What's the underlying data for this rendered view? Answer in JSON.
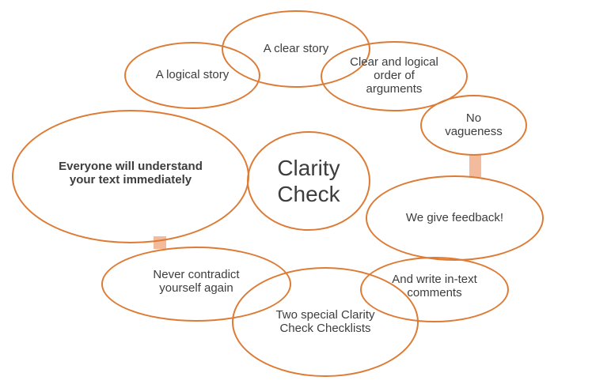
{
  "diagram": {
    "type": "bubble-cycle",
    "accent_color": "#DD7B35",
    "connector_color": "#F3BB9B",
    "text_color": "#3D3D3D",
    "center": {
      "label": "Clarity\nCheck"
    },
    "nodes": {
      "clear_story": {
        "label": "A clear story"
      },
      "logical_story": {
        "label": "A logical story"
      },
      "clear_logical_order": {
        "label": "Clear and logical\norder of\narguments"
      },
      "no_vagueness": {
        "label": "No\nvagueness"
      },
      "everyone_understands": {
        "label": "Everyone will understand\nyour text immediately"
      },
      "we_give_feedback": {
        "label": "We give feedback!"
      },
      "never_contradict": {
        "label": "Never contradict\nyourself again"
      },
      "two_special_checklists": {
        "label": "Two special Clarity\nCheck Checklists"
      },
      "and_write_comments": {
        "label": "And write in-text\ncomments"
      }
    }
  }
}
